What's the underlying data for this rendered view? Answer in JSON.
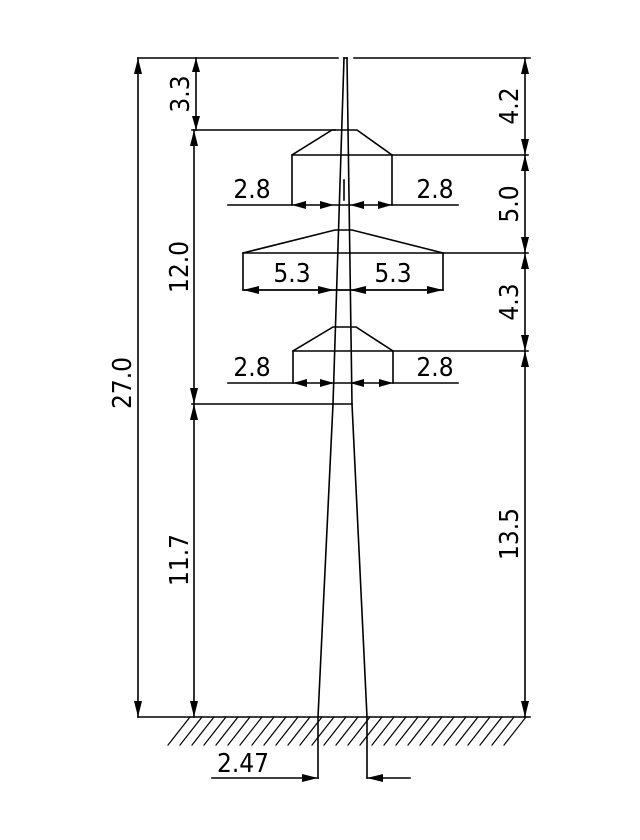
{
  "dimensions": {
    "total_height": "27.0",
    "top_to_upper_arm": "3.3",
    "upper_to_lower_arm": "12.0",
    "lower_arm_to_ground": "11.7",
    "right_top": "4.2",
    "right_upper_to_middle": "5.0",
    "right_middle_to_lower": "4.3",
    "right_lower_to_ground": "13.5",
    "upper_arm_left": "2.8",
    "upper_arm_right": "2.8",
    "middle_arm_left": "5.3",
    "middle_arm_right": "5.3",
    "lower_arm_left": "2.8",
    "lower_arm_right": "2.8",
    "base_width": "2.47"
  },
  "colors": {
    "line": "#000000",
    "background": "#ffffff"
  }
}
